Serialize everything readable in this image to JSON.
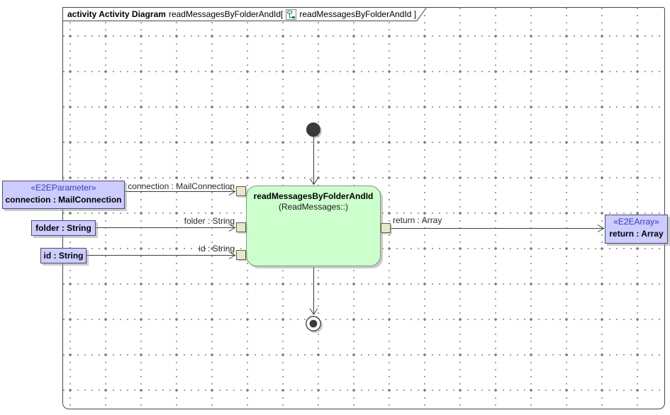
{
  "frame_header": {
    "keyword": "activity Activity Diagram",
    "diagram_name": "readMessagesByFolderAndId[",
    "context_name": "readMessagesByFolderAndId ]",
    "icon": "activity-diagram-icon"
  },
  "action": {
    "name": "readMessagesByFolderAndId",
    "qualifier": "(ReadMessages::)"
  },
  "parameters": {
    "connection": {
      "stereotype": "«E2EParameter»",
      "name": "connection : MailConnection"
    },
    "folder": {
      "name": "folder : String"
    },
    "id": {
      "name": "id : String"
    },
    "return": {
      "stereotype": "«E2EArray»",
      "name": "return : Array"
    }
  },
  "edge_labels": {
    "connection": "connection : MailConnection",
    "folder": "folder : String",
    "id": "id : String",
    "return": "return : Array"
  },
  "colors": {
    "action_fill": "#CCFFCC",
    "parameter_fill": "#CCCCFF",
    "pin_fill": "#E7E7C9",
    "stereotype_text": "#3A3ACC",
    "edge_line": "#3D3D3D",
    "frame_border": "#474747"
  }
}
